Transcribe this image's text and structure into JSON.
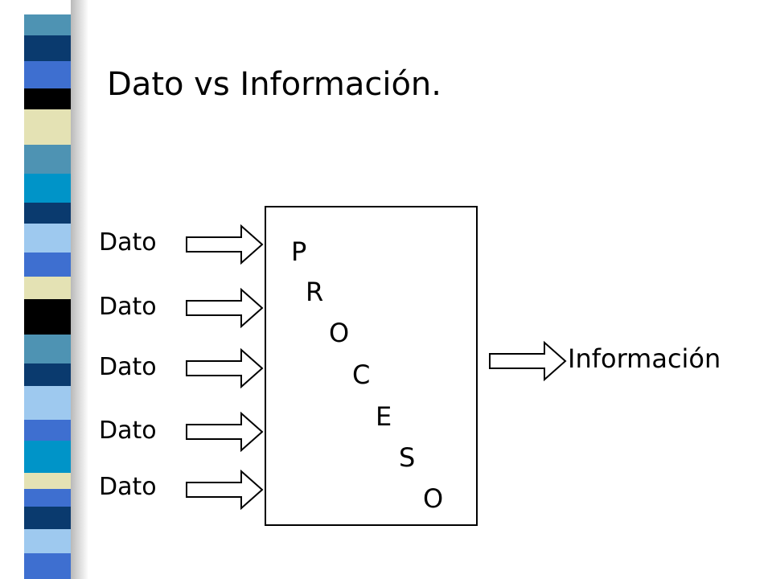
{
  "slide": {
    "title": "Dato vs Información."
  },
  "inputs": [
    {
      "label": "Dato"
    },
    {
      "label": "Dato"
    },
    {
      "label": "Dato"
    },
    {
      "label": "Dato"
    },
    {
      "label": "Dato"
    }
  ],
  "process": {
    "letters": [
      "P",
      "R",
      "O",
      "C",
      "E",
      "S",
      "O"
    ]
  },
  "output": {
    "label": "Información"
  },
  "colors": {
    "stripes": [
      "#0a3a6e",
      "#3e6fd0",
      "#000000",
      "#e4e2b4",
      "#4e93b3",
      "#0094c8",
      "#9ec9ef",
      "#ffffff"
    ]
  }
}
